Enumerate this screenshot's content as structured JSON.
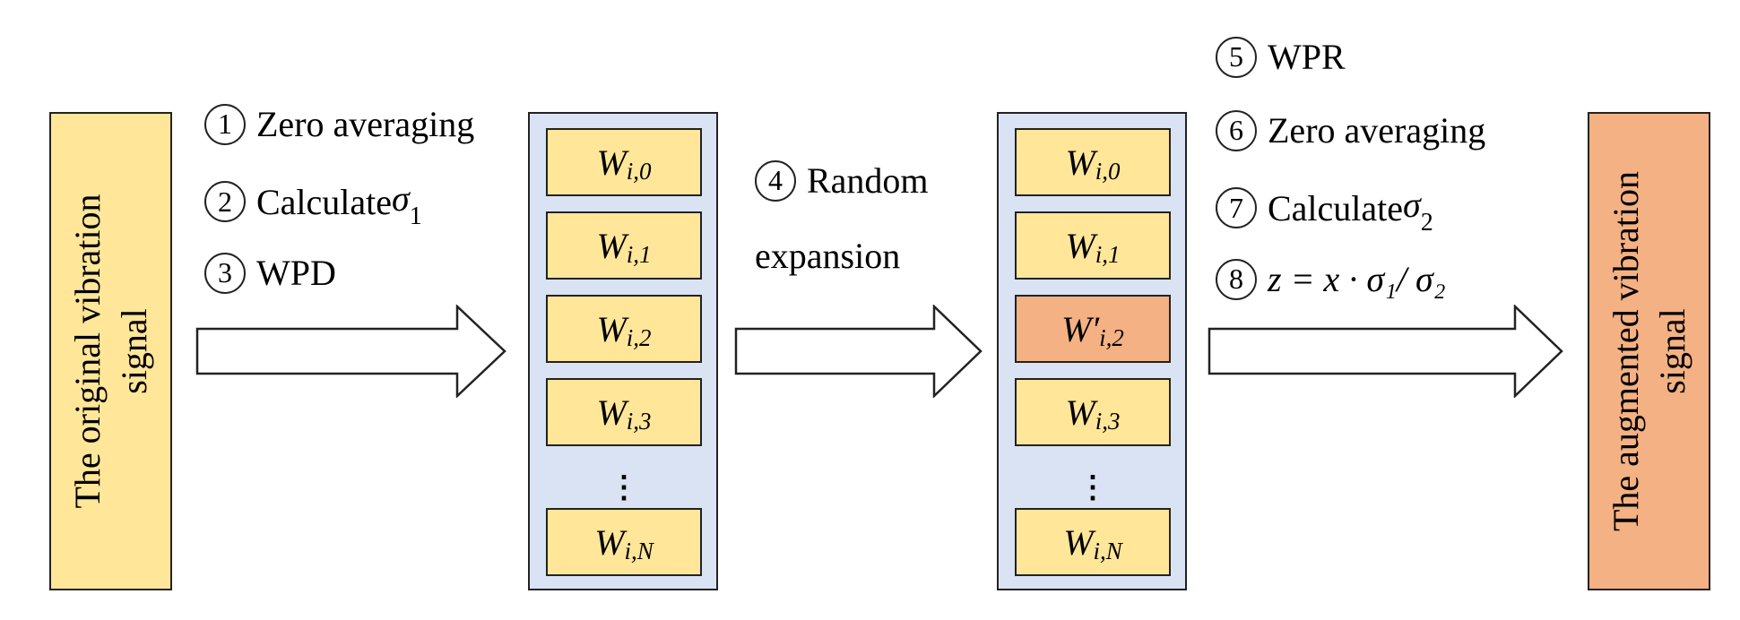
{
  "left_signal": {
    "label_line1": "The original vibration",
    "label_line2": "signal",
    "color": "#ffe699"
  },
  "right_signal": {
    "label_line1": "The augmented  vibration",
    "label_line2": "signal",
    "color": "#f4b183"
  },
  "steps_left": [
    {
      "num": "1",
      "text": "Zero averaging"
    },
    {
      "num": "2",
      "text": "Calculate ",
      "math": "σ",
      "sub": "1"
    },
    {
      "num": "3",
      "text": "WPD"
    }
  ],
  "steps_middle": [
    {
      "num": "4",
      "text": "Random"
    },
    {
      "text": "expansion"
    }
  ],
  "steps_right": [
    {
      "num": "5",
      "text": "WPR"
    },
    {
      "num": "6",
      "text": "Zero averaging"
    },
    {
      "num": "7",
      "text": "Calculate ",
      "math": "σ",
      "sub": "2"
    },
    {
      "num": "8",
      "formula": "z = x · σ₁/ σ₂"
    }
  ],
  "column_before": [
    "W_{i,0}",
    "W_{i,1}",
    "W_{i,2}",
    "W_{i,3}",
    "⋮",
    "W_{i,N}"
  ],
  "column_after": [
    "W_{i,0}",
    "W_{i,1}",
    "W'_{i,2}",
    "W_{i,3}",
    "⋮",
    "W_{i,N}"
  ],
  "colors": {
    "column_bg": "#dae3f3",
    "coef": "#ffe699",
    "coef_highlight": "#f4b183"
  },
  "coef_labels": {
    "w": "W",
    "wp": "W′",
    "s0": "i,0",
    "s1": "i,1",
    "s2": "i,2",
    "s3": "i,3",
    "sN": "i,N",
    "vdots": "⋮"
  }
}
